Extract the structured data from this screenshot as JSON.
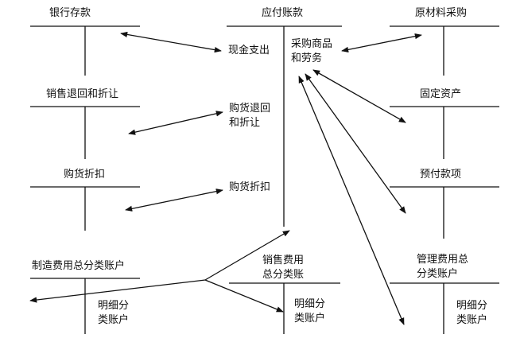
{
  "accounts": {
    "bank": "银行存款",
    "sales_return": "销售退回和折让",
    "purchase_discount": "购货折扣",
    "mfg_overhead": "制造费用总分类账户",
    "mfg_detail": "明细分\n类账户",
    "payable": "应付账款",
    "selling_expense": "销售费用\n总分类账",
    "selling_detail": "明细分\n类账户",
    "raw_material": "原材料采购",
    "fixed_asset": "固定资产",
    "prepaid": "预付款项",
    "admin_expense": "管理费用总\n分类账户",
    "admin_detail": "明细分\n类账户"
  },
  "entries": {
    "cash_out": "现金支出",
    "purchase_goods": "采购商品\n和劳务",
    "purchase_return": "购货退回\n和折让",
    "purchase_discount": "购货折扣"
  },
  "colors": {
    "line": "#111111",
    "text": "#111111"
  }
}
